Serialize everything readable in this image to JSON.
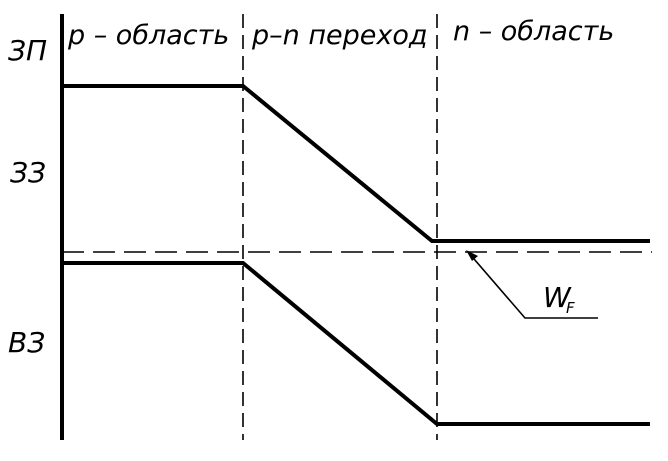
{
  "axis_labels": {
    "conduction_band": "ЗП",
    "band_gap": "ЗЗ",
    "valence_band": "ВЗ"
  },
  "regions": {
    "p_region": "p – область",
    "pn_junction": "p–n переход",
    "n_region": "n – область"
  },
  "fermi_level": {
    "symbol": "W",
    "subscript": "F"
  }
}
